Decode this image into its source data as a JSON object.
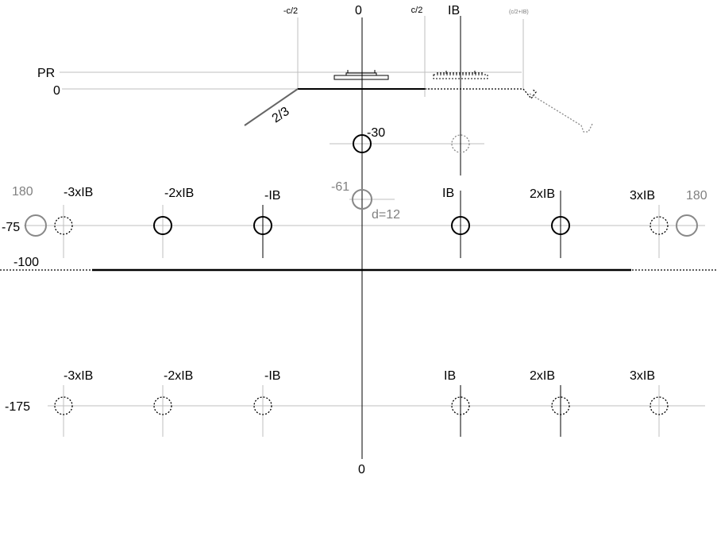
{
  "top_labels": {
    "neg_c_half": "-c/2",
    "zero": "0",
    "c_half": "c/2",
    "ib": "IB",
    "c_half_plus_ib": "(c/2+IB)"
  },
  "level_labels": {
    "pr": "PR",
    "zero": "0",
    "m75": "-75",
    "m100": "-100",
    "m175": "-175",
    "bottom_zero": "0"
  },
  "slope_label": "2/3",
  "row_30": {
    "depth_label": "-30"
  },
  "row_61": {
    "depth_label": "-61",
    "diameter_label": "d=12"
  },
  "row_75": {
    "left_180": "180",
    "right_180": "180",
    "labels": [
      "-3xIB",
      "-2xIB",
      "-IB",
      "IB",
      "2xIB",
      "3xIB"
    ]
  },
  "row_175": {
    "labels": [
      "-3xIB",
      "-2xIB",
      "-IB",
      "IB",
      "2xIB",
      "3xIB"
    ]
  }
}
